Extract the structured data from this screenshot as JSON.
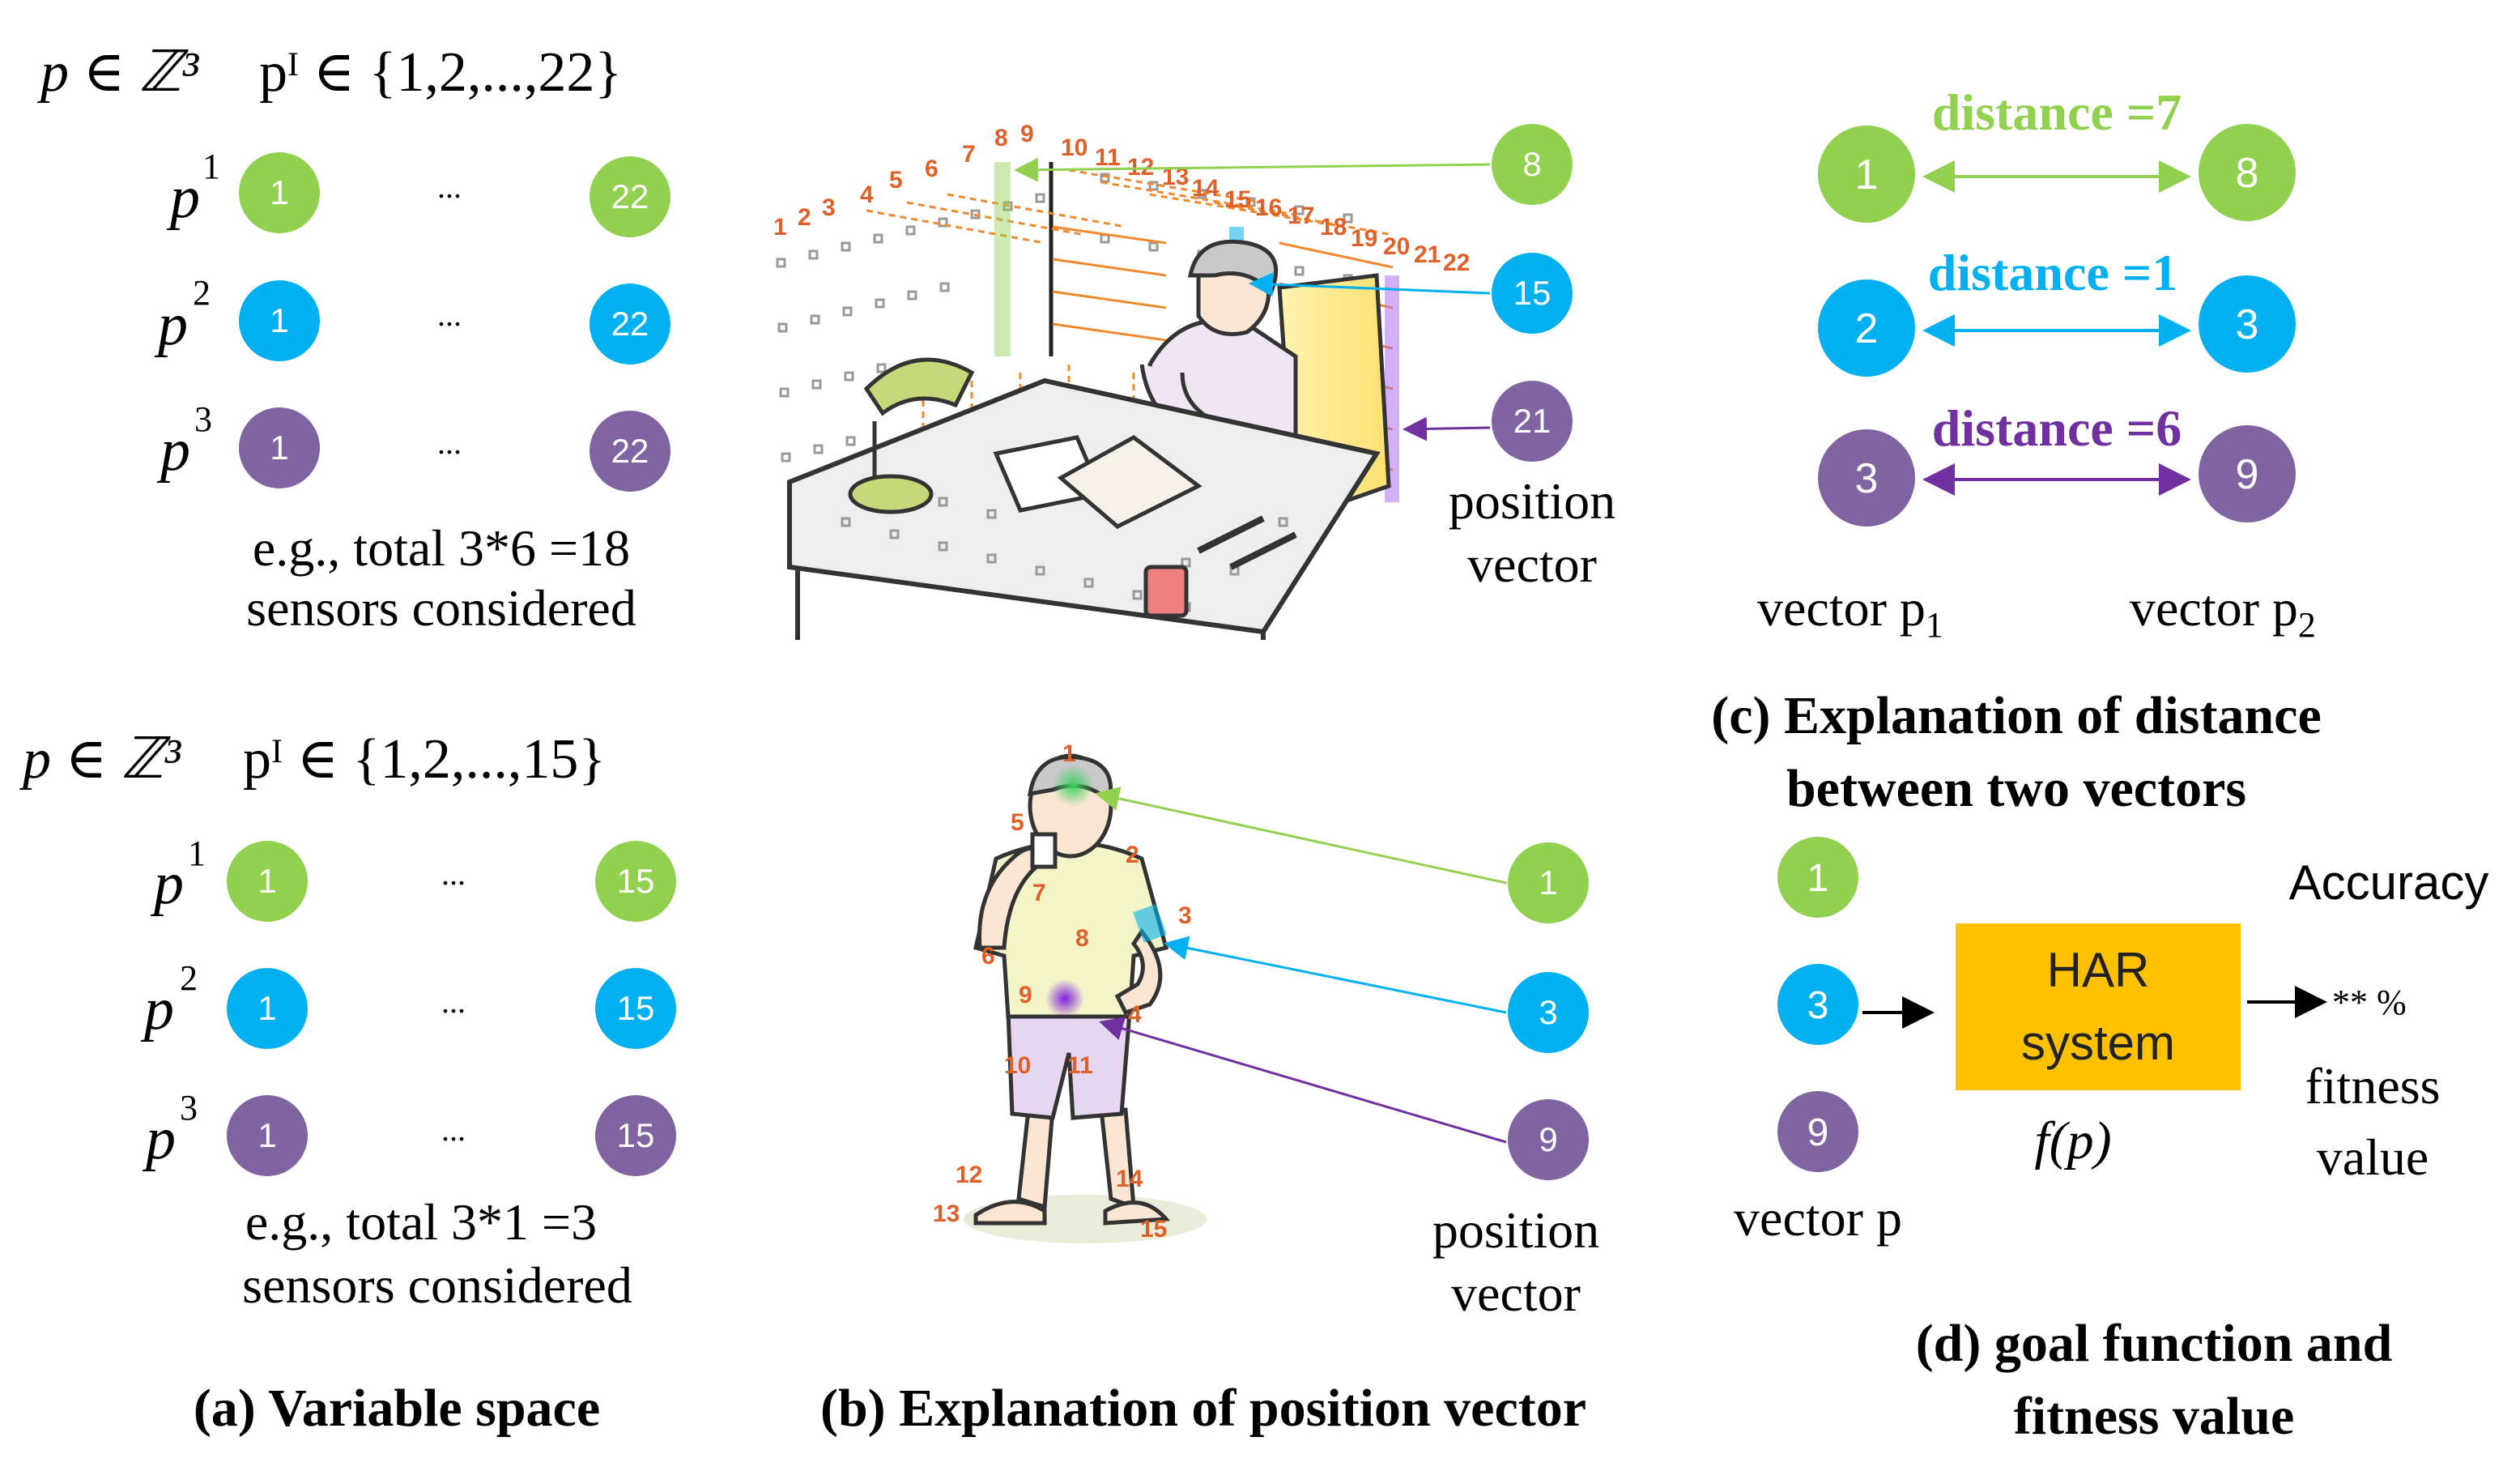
{
  "colors": {
    "green": "#92d050",
    "blue": "#00b0f0",
    "purple": "#7030a0",
    "orange": "#ffc000",
    "num_orange": "#e0602a"
  },
  "panel_a": {
    "caption": "(a) Variable space",
    "top": {
      "set_left": "p ∈ ℤ³",
      "set_right": "pᴵ ∈ {1,2,...,22}",
      "rows": [
        {
          "var": "p",
          "sup": "1",
          "first": "1",
          "dots": "...",
          "last": "22"
        },
        {
          "var": "p",
          "sup": "2",
          "first": "1",
          "dots": "...",
          "last": "22"
        },
        {
          "var": "p",
          "sup": "3",
          "first": "1",
          "dots": "...",
          "last": "22"
        }
      ],
      "note_line1": "e.g., total 3*6 =18",
      "note_line2": "sensors considered"
    },
    "bottom": {
      "set_left": "p ∈ ℤ³",
      "set_right": "pᴵ ∈ {1,2,...,15}",
      "rows": [
        {
          "var": "p",
          "sup": "1",
          "first": "1",
          "dots": "...",
          "last": "15"
        },
        {
          "var": "p",
          "sup": "2",
          "first": "1",
          "dots": "...",
          "last": "15"
        },
        {
          "var": "p",
          "sup": "3",
          "first": "1",
          "dots": "...",
          "last": "15"
        }
      ],
      "note_line1": "e.g., total 3*1 =3",
      "note_line2": "sensors considered"
    }
  },
  "panel_b": {
    "caption": "(b) Explanation of position vector",
    "room": {
      "grid_numbers": [
        "1",
        "2",
        "3",
        "4",
        "5",
        "6",
        "7",
        "8",
        "9",
        "10",
        "11",
        "12",
        "13",
        "14",
        "15",
        "16",
        "17",
        "18",
        "19",
        "20",
        "21",
        "22"
      ],
      "markers": [
        "8",
        "15",
        "21"
      ],
      "label_line1": "position",
      "label_line2": "vector"
    },
    "body": {
      "body_numbers": [
        "1",
        "2",
        "3",
        "4",
        "5",
        "6",
        "7",
        "8",
        "9",
        "10",
        "11",
        "12",
        "13",
        "14",
        "15"
      ],
      "markers": [
        "1",
        "3",
        "9"
      ],
      "label_line1": "position",
      "label_line2": "vector"
    }
  },
  "panel_c": {
    "caption_line1": "(c) Explanation of distance",
    "caption_line2": "between two vectors",
    "pairs": [
      {
        "left": "1",
        "right": "8",
        "distance": "distance =7"
      },
      {
        "left": "2",
        "right": "3",
        "distance": "distance =1"
      },
      {
        "left": "3",
        "right": "9",
        "distance": "distance =6"
      }
    ],
    "vector_left": "vector p",
    "vector_left_sub": "1",
    "vector_right": "vector p",
    "vector_right_sub": "2"
  },
  "panel_d": {
    "caption_line1": "(d) goal function and",
    "caption_line2": "fitness value",
    "inputs": [
      "1",
      "3",
      "9"
    ],
    "vector_label": "vector p",
    "box_line1": "HAR",
    "box_line2": "system",
    "function_label": "f(p)",
    "accuracy": "Accuracy",
    "output": "** %",
    "fitness_line1": "fitness",
    "fitness_line2": "value"
  }
}
